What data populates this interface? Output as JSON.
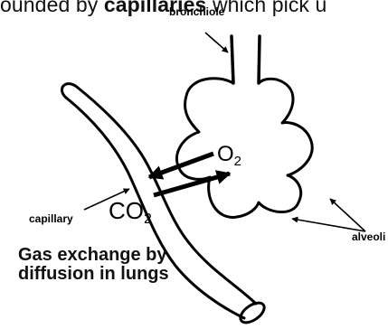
{
  "header": {
    "sentence_start": "ounded by ",
    "sentence_bold": "capillaries",
    "sentence_end": " which pick u"
  },
  "labels": {
    "bronchiole": "bronchiole",
    "capillary": "capillary",
    "alveoli": "alveoli",
    "o2_letter": "O",
    "o2_sub": "2",
    "co2_letters": "CO",
    "co2_sub": "2"
  },
  "caption": {
    "line1": "Gas exchange by",
    "line2": "diffusion in lungs"
  }
}
